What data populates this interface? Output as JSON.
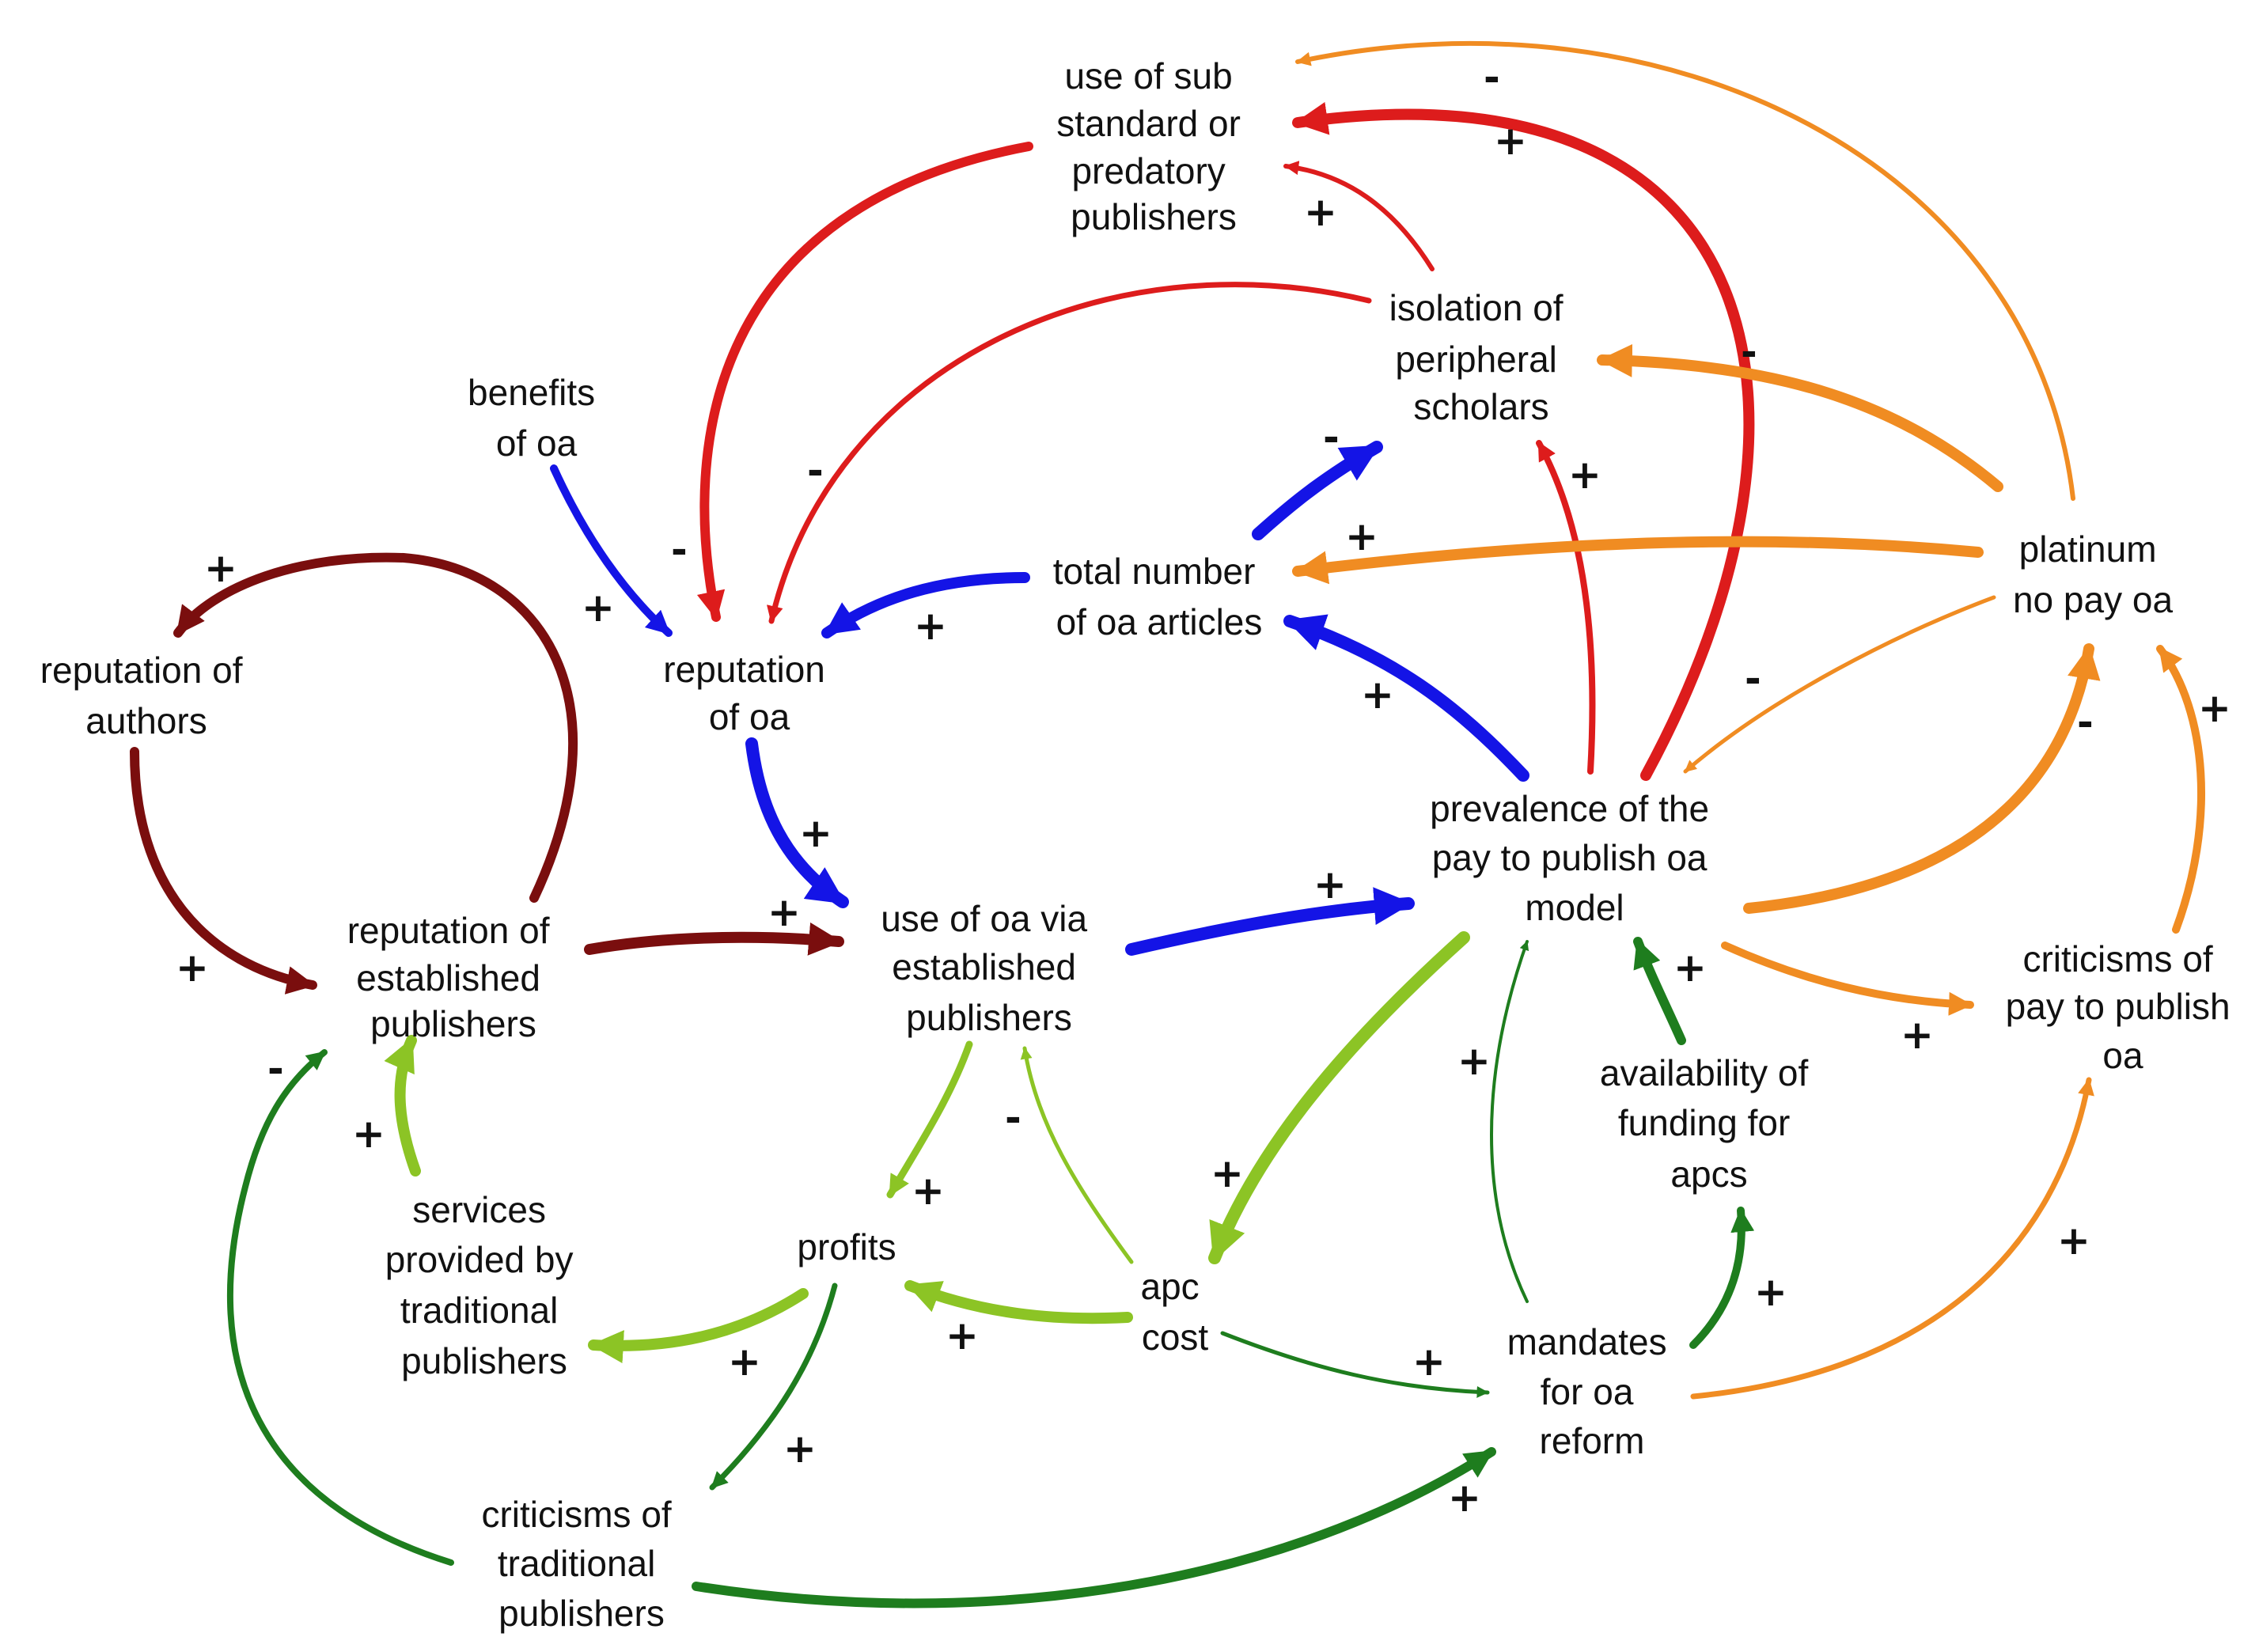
{
  "colors": {
    "red": "#dd1c1c",
    "blue": "#1414e6",
    "orange": "#f08c22",
    "dark_red": "#7a0e0e",
    "light_green": "#8cc425",
    "dark_green": "#1e7d1e"
  },
  "nodes": {
    "substandard": [
      "use of sub",
      "standard or",
      "predatory",
      "publishers"
    ],
    "isolation": [
      "isolation of",
      "peripheral",
      "scholars"
    ],
    "benefits": [
      "benefits",
      "of oa"
    ],
    "total_oa": [
      "total number",
      "of oa articles"
    ],
    "platinum": [
      "platinum",
      "no pay oa"
    ],
    "rep_authors": [
      "reputation of",
      "authors"
    ],
    "rep_oa": [
      "reputation",
      "of oa"
    ],
    "prevalence": [
      "prevalence of the",
      "pay to publish oa",
      "model"
    ],
    "rep_established": [
      "reputation of",
      "established",
      "publishers"
    ],
    "use_established": [
      "use of oa via",
      "established",
      "publishers"
    ],
    "criticisms_pay": [
      "criticisms of",
      "pay to publish",
      "oa"
    ],
    "availability": [
      "availability of",
      "funding for",
      "apcs"
    ],
    "services": [
      "services",
      "provided by",
      "traditional",
      "publishers"
    ],
    "profits": [
      "profits"
    ],
    "apc_cost": [
      "apc",
      "cost"
    ],
    "mandates": [
      "mandates",
      "for oa",
      "reform"
    ],
    "criticisms_trad": [
      "criticisms of",
      "traditional",
      "publishers"
    ]
  },
  "signs": {
    "p01": "-",
    "p02": "+",
    "p03": "+",
    "p04": "-",
    "p05": "-",
    "p06": "-",
    "p07": "+",
    "p08": "+",
    "p09": "-",
    "p10": "+",
    "p11": "+",
    "p12": "+",
    "p13": "-",
    "p14": "-",
    "p15": "+",
    "p16": "+",
    "p17": "+",
    "p18": "+",
    "p19": "+",
    "p20": "+",
    "p21": "+",
    "p22": "-",
    "p23": "+",
    "p24": "+",
    "p25": "-",
    "p26": "+",
    "p27": "+",
    "p28": "+",
    "p29": "+",
    "p30": "+",
    "p31": "+",
    "p32": "+",
    "p33": "+",
    "p34": "+",
    "p35": "+"
  }
}
